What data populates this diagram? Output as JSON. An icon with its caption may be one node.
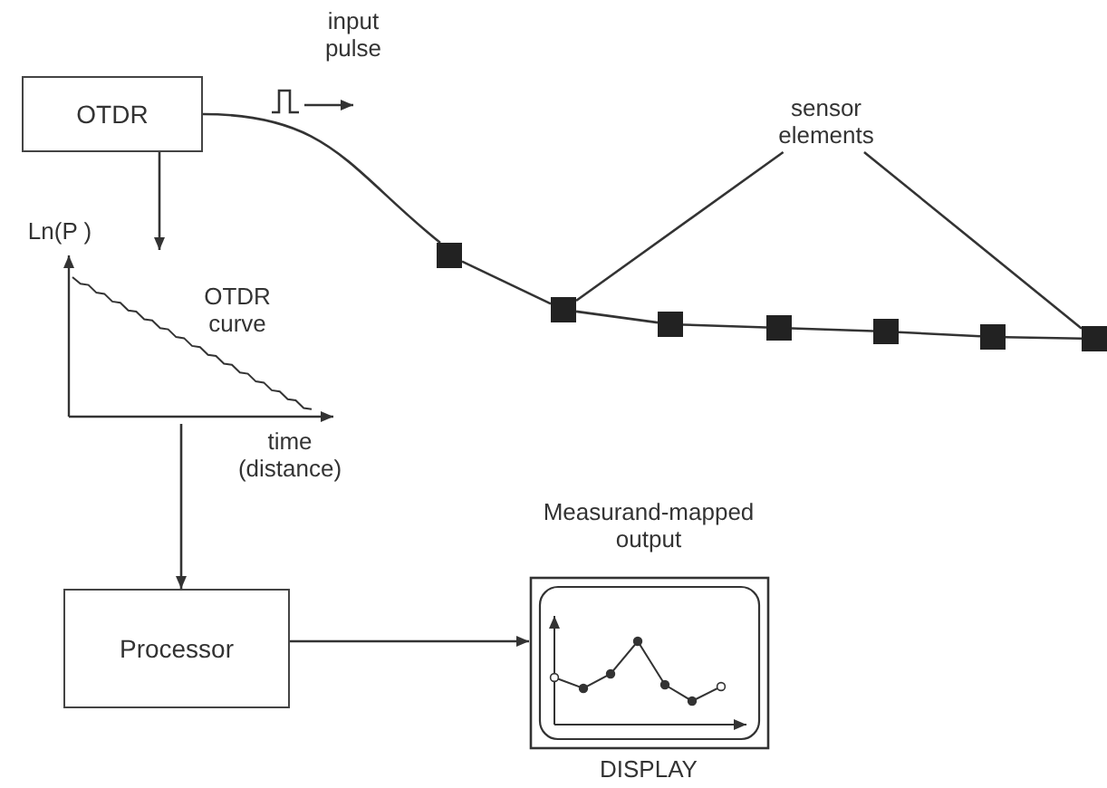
{
  "diagram": {
    "nodes": [
      {
        "text": [
          "OTDR"
        ]
      },
      {
        "text": [],
        "shape": "picture"
      },
      {
        "text": [
          "Processor"
        ]
      },
      {
        "text": [],
        "shape": "picture"
      },
      {
        "text": [
          "sensor elements"
        ]
      },
      {
        "text": [],
        "shape": "box"
      },
      {
        "text": [],
        "shape": "box"
      },
      {
        "text": [],
        "shape": "box"
      },
      {
        "text": [],
        "shape": "box"
      },
      {
        "text": [],
        "shape": "box"
      },
      {
        "text": [],
        "shape": "box"
      },
      {
        "text": [],
        "shape": "box"
      }
    ],
    "edges": [
      {
        "from": 0,
        "to": 1,
        "arrow": "to"
      },
      {
        "from": 1,
        "to": 2,
        "arrow": "to"
      },
      {
        "from": 2,
        "to": 3,
        "arrow": "to"
      },
      {
        "from": 0,
        "to": 5,
        "arrow": "none"
      },
      {
        "from": 5,
        "to": 6,
        "arrow": "none"
      },
      {
        "from": 6,
        "to": 7,
        "arrow": "none"
      },
      {
        "from": 7,
        "to": 8,
        "arrow": "none"
      },
      {
        "from": 8,
        "to": 9,
        "arrow": "none"
      },
      {
        "from": 9,
        "to": 10,
        "arrow": "none"
      },
      {
        "from": 10,
        "to": 11,
        "arrow": "none"
      },
      {
        "from": 4,
        "to": 6,
        "arrow": "none"
      },
      {
        "from": 4,
        "to": 11,
        "arrow": "none"
      }
    ],
    "labels": [
      "input pulse",
      "Ln(P )",
      "OTDR curve",
      "time (distance)",
      "Measurand-mapped output",
      "DISPLAY"
    ]
  }
}
